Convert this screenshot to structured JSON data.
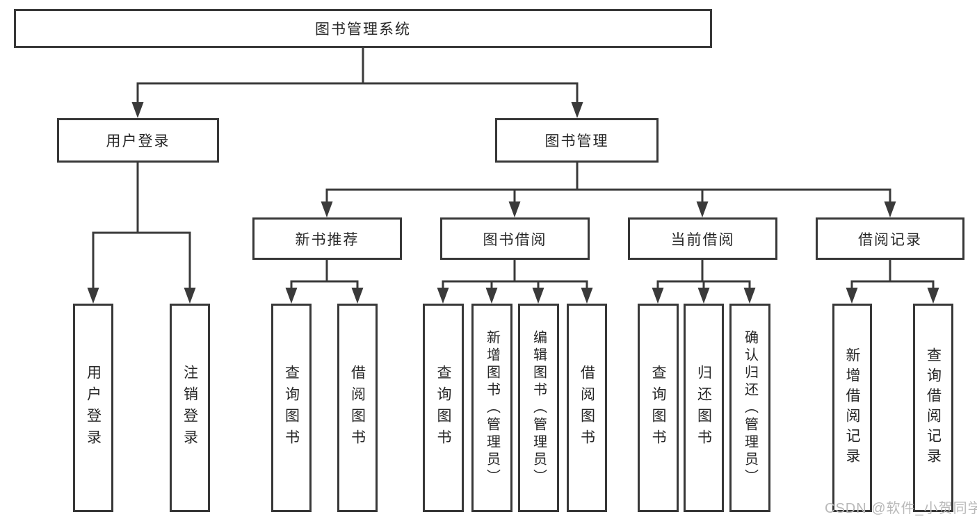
{
  "colors": {
    "line": "#3a3a3a",
    "box_border": "#383838",
    "text": "#262626",
    "watermark": "#b9b9b9",
    "background": "#ffffff"
  },
  "watermark": "CSDN @软件_小贺同学",
  "tree": {
    "label": "图书管理系统",
    "children": [
      {
        "label": "用户登录",
        "children": [
          {
            "label": "用户登录"
          },
          {
            "label": "注销登录"
          }
        ]
      },
      {
        "label": "图书管理",
        "children": [
          {
            "label": "新书推荐",
            "children": [
              {
                "label": "查询图书"
              },
              {
                "label": "借阅图书"
              }
            ]
          },
          {
            "label": "图书借阅",
            "children": [
              {
                "label": "查询图书"
              },
              {
                "label": "新增图书（管理员）"
              },
              {
                "label": "编辑图书（管理员）"
              },
              {
                "label": "借阅图书"
              }
            ]
          },
          {
            "label": "当前借阅",
            "children": [
              {
                "label": "查询图书"
              },
              {
                "label": "归还图书"
              },
              {
                "label": "确认归还（管理员）"
              }
            ]
          },
          {
            "label": "借阅记录",
            "children": [
              {
                "label": "新增借阅记录"
              },
              {
                "label": "查询借阅记录"
              }
            ]
          }
        ]
      }
    ]
  }
}
